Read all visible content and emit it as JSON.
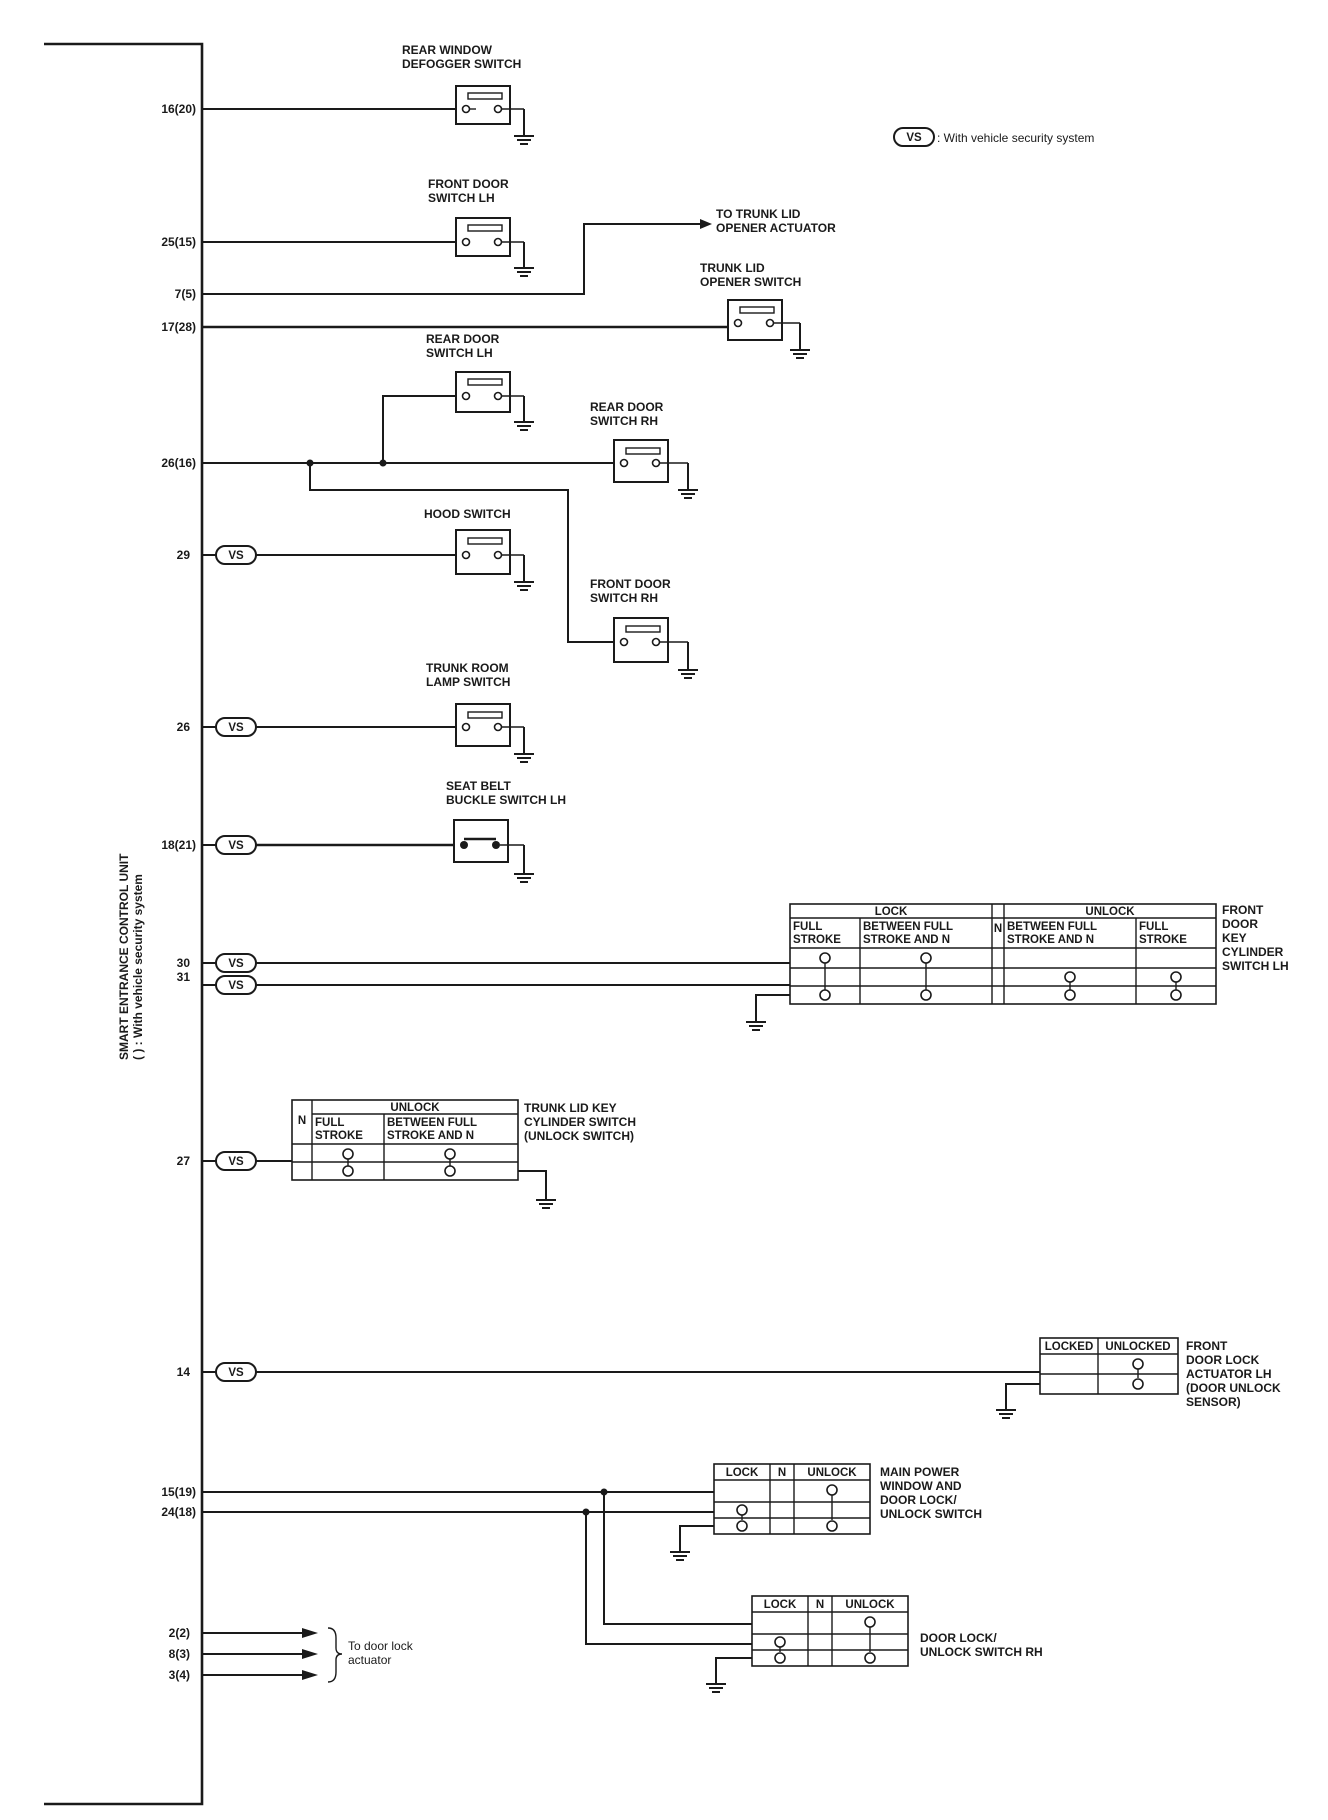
{
  "control_unit": {
    "line1": "SMART ENTRANCE CONTROL UNIT",
    "line2": "( ) : With vehicle security system"
  },
  "legend": {
    "badge": "VS",
    "text": ": With vehicle security system"
  },
  "vs_badge": "VS",
  "pins": {
    "p16": "16(20)",
    "p25": "25(15)",
    "p7": "7(5)",
    "p17": "17(28)",
    "p26a": "26(16)",
    "p29": "29",
    "p26b": "26",
    "p18": "18(21)",
    "p30": "30",
    "p31": "31",
    "p27": "27",
    "p14": "14",
    "p15": "15(19)",
    "p24": "24(18)",
    "p2": "2(2)",
    "p8": "8(3)",
    "p3": "3(4)"
  },
  "components": {
    "defogger": [
      "REAR WINDOW",
      "DEFOGGER SWITCH"
    ],
    "front_door_lh": [
      "FRONT DOOR",
      "SWITCH LH"
    ],
    "trunk_lid_opener_actuator": [
      "TO TRUNK LID",
      "OPENER ACTUATOR"
    ],
    "trunk_lid_opener_switch": [
      "TRUNK LID",
      "OPENER SWITCH"
    ],
    "rear_door_lh": [
      "REAR DOOR",
      "SWITCH LH"
    ],
    "rear_door_rh": [
      "REAR DOOR",
      "SWITCH RH"
    ],
    "hood": [
      "HOOD SWITCH"
    ],
    "front_door_rh": [
      "FRONT DOOR",
      "SWITCH RH"
    ],
    "trunk_room_lamp": [
      "TRUNK ROOM",
      "LAMP SWITCH"
    ],
    "seat_belt": [
      "SEAT BELT",
      "BUCKLE SWITCH LH"
    ],
    "front_door_key_cyl": [
      "FRONT",
      "DOOR",
      "KEY",
      "CYLINDER",
      "SWITCH LH"
    ],
    "trunk_key_cyl": [
      "TRUNK LID KEY",
      "CYLINDER SWITCH",
      "(UNLOCK SWITCH)"
    ],
    "front_door_lock_actuator": [
      "FRONT",
      "DOOR LOCK",
      "ACTUATOR LH",
      "(DOOR UNLOCK",
      "SENSOR)"
    ],
    "main_power_window": [
      "MAIN POWER",
      "WINDOW AND",
      "DOOR LOCK/",
      "UNLOCK SWITCH"
    ],
    "door_lock_rh": [
      "DOOR LOCK/",
      "UNLOCK SWITCH RH"
    ],
    "door_lock_actuator": [
      "To door lock",
      "actuator"
    ]
  },
  "tables": {
    "front_key": {
      "lock": "LOCK",
      "unlock": "UNLOCK",
      "n": "N",
      "full": [
        "FULL",
        "STROKE"
      ],
      "between": [
        "BETWEEN FULL",
        "STROKE AND N"
      ]
    },
    "trunk_key": {
      "n": "N",
      "unlock": "UNLOCK",
      "full": [
        "FULL",
        "STROKE"
      ],
      "between": [
        "BETWEEN FULL",
        "STROKE AND N"
      ]
    },
    "actuator": {
      "locked": "LOCKED",
      "unlocked": "UNLOCKED"
    },
    "main_pw": {
      "lock": "LOCK",
      "n": "N",
      "unlock": "UNLOCK"
    },
    "rh": {
      "lock": "LOCK",
      "n": "N",
      "unlock": "UNLOCK"
    }
  }
}
